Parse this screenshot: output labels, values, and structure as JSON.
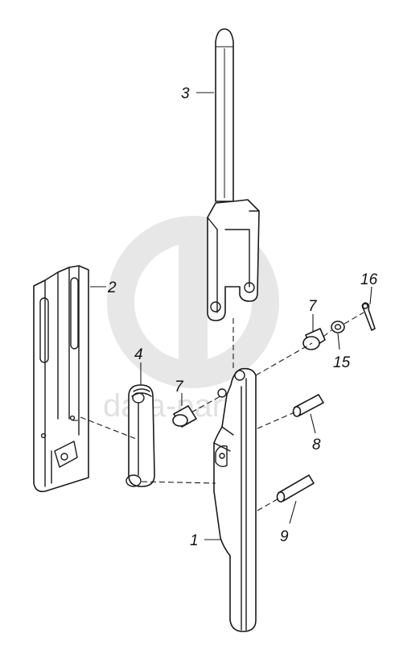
{
  "watermark": {
    "text": "data-parts",
    "color": "#c8c8c8"
  },
  "callouts": [
    "1",
    "2",
    "3",
    "4",
    "7",
    "7",
    "8",
    "9",
    "15",
    "16"
  ],
  "colors": {
    "line": "#1a1a1a",
    "background": "#ffffff"
  }
}
